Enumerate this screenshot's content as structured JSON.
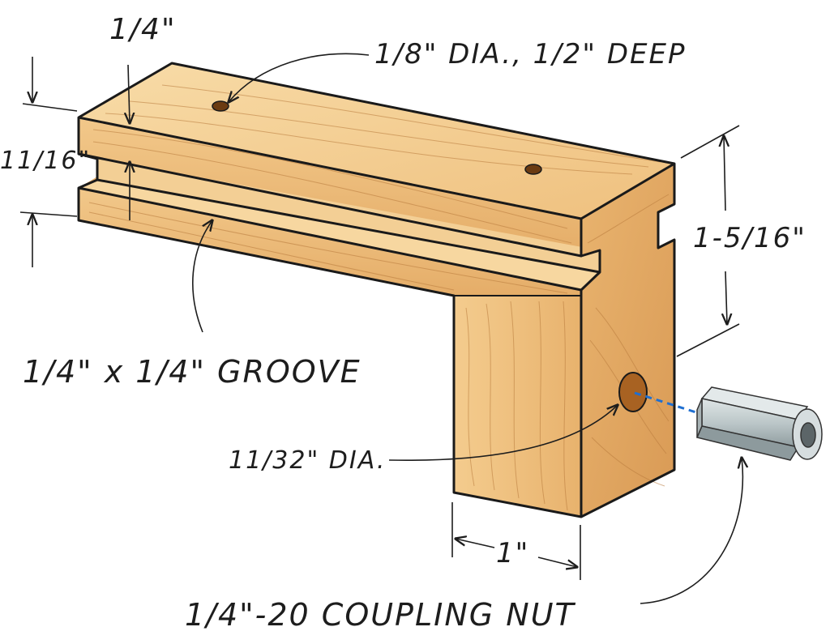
{
  "labels": {
    "top_thickness": "1/4\"",
    "pin_hole": "1/8\" DIA., 1/2\" DEEP",
    "lip_height": "11/16\"",
    "side_height": "1-5/16\"",
    "groove": "1/4\" x 1/4\" GROOVE",
    "side_hole": "11/32\" DIA.",
    "leg_width": "1\"",
    "coupling_nut": "1/4\"-20 COUPLING NUT"
  },
  "colors": {
    "wood_light": "#f6d39a",
    "wood_mid": "#eab673",
    "wood_dark": "#d89a55",
    "nut_face": "#c9d2d4",
    "nut_dark": "#9aa6a9",
    "dashed_axis": "#1f6fd1"
  }
}
